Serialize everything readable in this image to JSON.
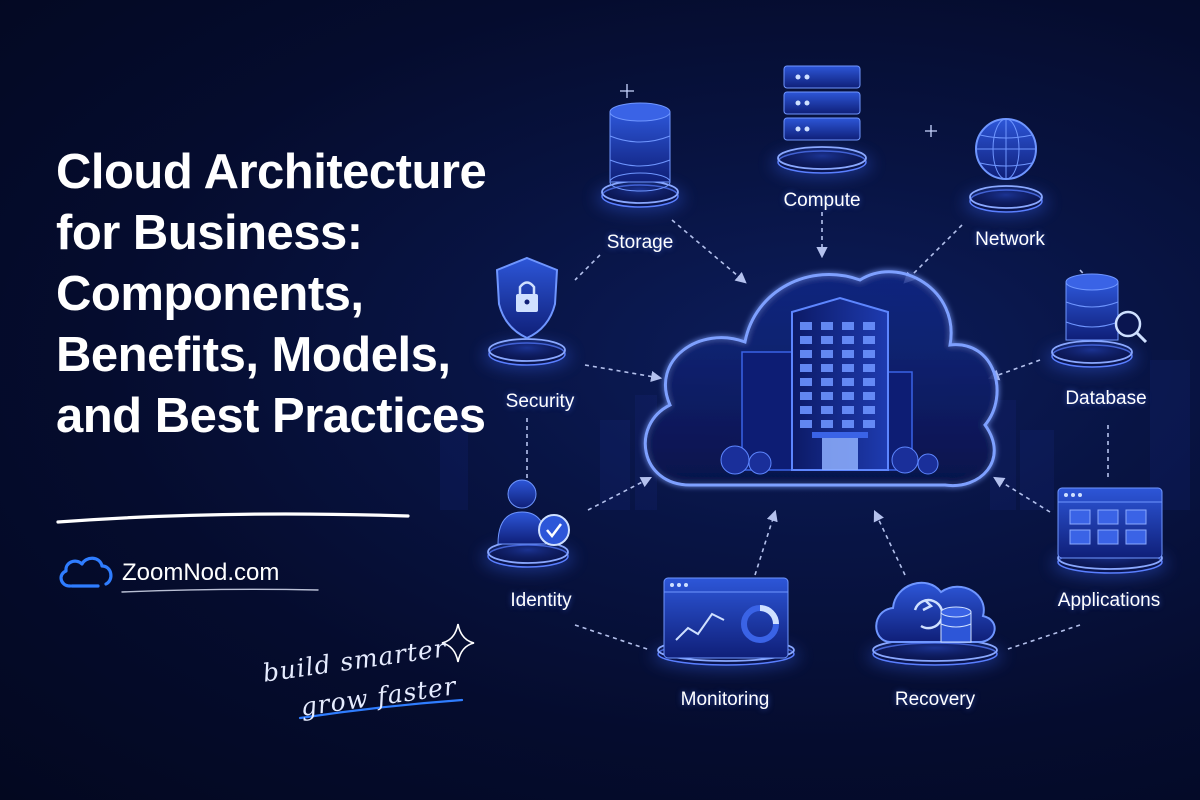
{
  "headline": {
    "lines": [
      "Cloud Architecture",
      "for Business:",
      "Components,",
      "Benefits, Models,",
      "and Best Practices"
    ]
  },
  "brand": {
    "name": "ZoomNod.com",
    "icon": "cloud-logo-icon"
  },
  "tagline": {
    "line1": "build smarter",
    "line2": "grow faster"
  },
  "diagram": {
    "center": {
      "name": "cloud-building",
      "icon": "cloud-building-icon"
    },
    "nodes": [
      {
        "key": "storage",
        "label": "Storage",
        "icon": "storage-cylinder-icon"
      },
      {
        "key": "compute",
        "label": "Compute",
        "icon": "server-rack-icon"
      },
      {
        "key": "network",
        "label": "Network",
        "icon": "globe-icon"
      },
      {
        "key": "security",
        "label": "Security",
        "icon": "shield-lock-icon"
      },
      {
        "key": "database",
        "label": "Database",
        "icon": "database-search-icon"
      },
      {
        "key": "identity",
        "label": "Identity",
        "icon": "user-check-icon"
      },
      {
        "key": "applications",
        "label": "Applications",
        "icon": "app-window-icon"
      },
      {
        "key": "monitoring",
        "label": "Monitoring",
        "icon": "monitoring-dashboard-icon"
      },
      {
        "key": "recovery",
        "label": "Recovery",
        "icon": "cloud-recovery-icon"
      }
    ]
  },
  "colors": {
    "background": "#050c2e",
    "accent": "#3d6bff",
    "glow": "#6f96ff",
    "text": "#ffffff",
    "brand_blue": "#2f7dff"
  }
}
